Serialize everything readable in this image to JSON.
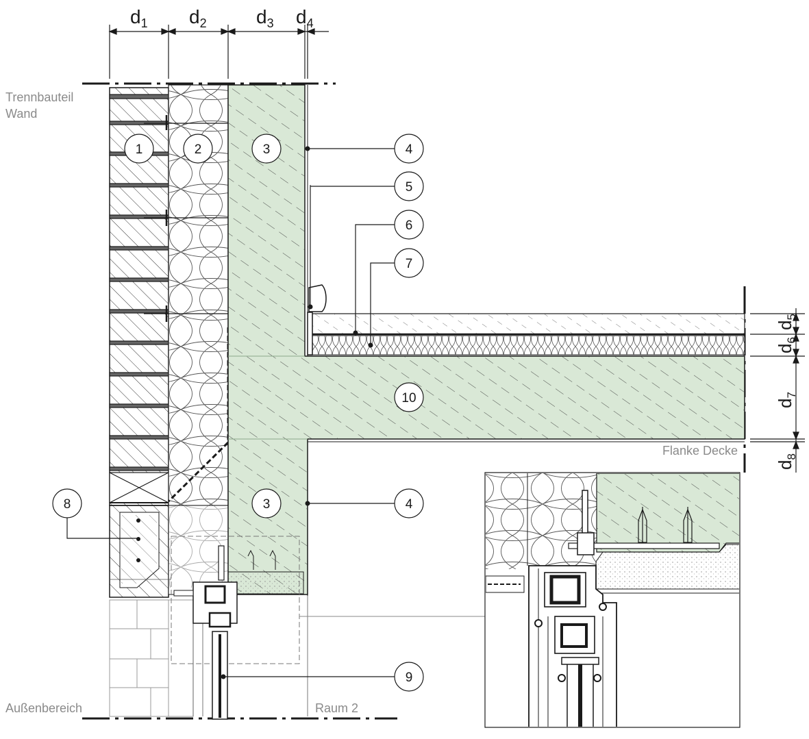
{
  "labels": {
    "trennbauteil_line1": "Trennbauteil",
    "trennbauteil_line2": "Wand",
    "aussenbereich": "Außenbereich",
    "raum2": "Raum 2",
    "flanke_decke": "Flanke Decke"
  },
  "dimensions": {
    "d1": {
      "base": "d",
      "sub": "1"
    },
    "d2": {
      "base": "d",
      "sub": "2"
    },
    "d3": {
      "base": "d",
      "sub": "3"
    },
    "d4": {
      "base": "d",
      "sub": "4"
    },
    "d5": {
      "base": "d",
      "sub": "5"
    },
    "d6": {
      "base": "d",
      "sub": "6"
    },
    "d7": {
      "base": "d",
      "sub": "7"
    },
    "d8": {
      "base": "d",
      "sub": "8"
    }
  },
  "callouts": {
    "c1": "1",
    "c2": "2",
    "c3a": "3",
    "c3b": "3",
    "c4a": "4",
    "c4b": "4",
    "c5": "5",
    "c6": "6",
    "c7": "7",
    "c8": "8",
    "c9": "9",
    "c10": "10"
  },
  "colors": {
    "concrete": "#d9e8d6",
    "line": "#1a1a1a",
    "grey_text": "#8a8a8a",
    "screed": "#f0f0f0"
  }
}
